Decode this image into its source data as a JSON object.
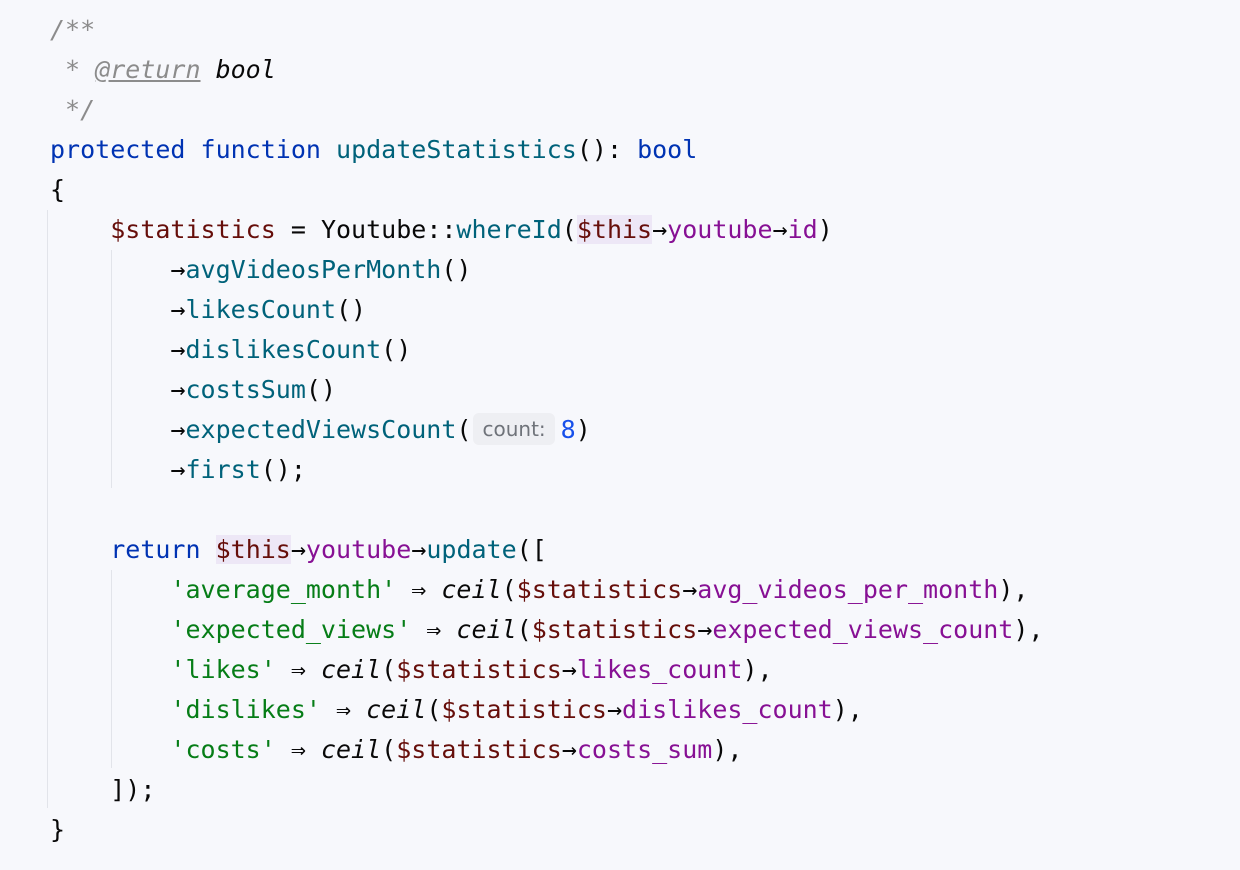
{
  "editor": {
    "language": "php",
    "colors": {
      "background": "#f7f8fc",
      "keyword": "#0033b3",
      "method": "#00627a",
      "variable": "#660e0a",
      "property": "#871094",
      "string": "#067d17",
      "number": "#1750eb",
      "comment": "#8c8c8c"
    },
    "lines": [
      [
        {
          "t": "/**",
          "c": "comment"
        }
      ],
      [
        {
          "t": " * ",
          "c": "comment"
        },
        {
          "t": "@return",
          "c": "doctag"
        },
        {
          "t": " ",
          "c": "comment"
        },
        {
          "t": "bool",
          "c": "doctype"
        }
      ],
      [
        {
          "t": " */",
          "c": "comment"
        }
      ],
      [
        {
          "t": "protected",
          "c": "kw"
        },
        {
          "t": " "
        },
        {
          "t": "function",
          "c": "kw"
        },
        {
          "t": " "
        },
        {
          "t": "updateStatistics",
          "c": "fn"
        },
        {
          "t": "(): ",
          "c": "punct"
        },
        {
          "t": "bool",
          "c": "kw"
        }
      ],
      [
        {
          "t": "{",
          "c": "punct"
        }
      ],
      [
        {
          "t": "    "
        },
        {
          "t": "$statistics",
          "c": "var"
        },
        {
          "t": " = ",
          "c": "punct"
        },
        {
          "t": "Youtube",
          "c": "punct"
        },
        {
          "t": "::",
          "c": "punct"
        },
        {
          "t": "whereId",
          "c": "method"
        },
        {
          "t": "(",
          "c": "punct"
        },
        {
          "t": "$this",
          "c": "this-hl"
        },
        {
          "t": "→",
          "c": "punct"
        },
        {
          "t": "youtube",
          "c": "prop"
        },
        {
          "t": "→",
          "c": "punct"
        },
        {
          "t": "id",
          "c": "prop"
        },
        {
          "t": ")",
          "c": "punct"
        }
      ],
      [
        {
          "t": "        "
        },
        {
          "t": "→",
          "c": "punct"
        },
        {
          "t": "avgVideosPerMonth",
          "c": "method"
        },
        {
          "t": "()",
          "c": "punct"
        }
      ],
      [
        {
          "t": "        "
        },
        {
          "t": "→",
          "c": "punct"
        },
        {
          "t": "likesCount",
          "c": "method"
        },
        {
          "t": "()",
          "c": "punct"
        }
      ],
      [
        {
          "t": "        "
        },
        {
          "t": "→",
          "c": "punct"
        },
        {
          "t": "dislikesCount",
          "c": "method"
        },
        {
          "t": "()",
          "c": "punct"
        }
      ],
      [
        {
          "t": "        "
        },
        {
          "t": "→",
          "c": "punct"
        },
        {
          "t": "costsSum",
          "c": "method"
        },
        {
          "t": "()",
          "c": "punct"
        }
      ],
      [
        {
          "t": "        "
        },
        {
          "t": "→",
          "c": "punct"
        },
        {
          "t": "expectedViewsCount",
          "c": "method"
        },
        {
          "t": "(",
          "c": "punct"
        },
        {
          "t": "count:",
          "c": "hint"
        },
        {
          "t": "8",
          "c": "num"
        },
        {
          "t": ")",
          "c": "punct"
        }
      ],
      [
        {
          "t": "        "
        },
        {
          "t": "→",
          "c": "punct"
        },
        {
          "t": "first",
          "c": "method"
        },
        {
          "t": "();",
          "c": "punct"
        }
      ],
      [],
      [
        {
          "t": "    "
        },
        {
          "t": "return",
          "c": "kw"
        },
        {
          "t": " "
        },
        {
          "t": "$this",
          "c": "this-hl"
        },
        {
          "t": "→",
          "c": "punct"
        },
        {
          "t": "youtube",
          "c": "prop"
        },
        {
          "t": "→",
          "c": "punct"
        },
        {
          "t": "update",
          "c": "method"
        },
        {
          "t": "([",
          "c": "punct"
        }
      ],
      [
        {
          "t": "        "
        },
        {
          "t": "'average_month'",
          "c": "str"
        },
        {
          "t": " ⇒ ",
          "c": "punct"
        },
        {
          "t": "ceil",
          "c": "builtin"
        },
        {
          "t": "(",
          "c": "punct"
        },
        {
          "t": "$statistics",
          "c": "var"
        },
        {
          "t": "→",
          "c": "punct"
        },
        {
          "t": "avg_videos_per_month",
          "c": "prop"
        },
        {
          "t": "),",
          "c": "punct"
        }
      ],
      [
        {
          "t": "        "
        },
        {
          "t": "'expected_views'",
          "c": "str"
        },
        {
          "t": " ⇒ ",
          "c": "punct"
        },
        {
          "t": "ceil",
          "c": "builtin"
        },
        {
          "t": "(",
          "c": "punct"
        },
        {
          "t": "$statistics",
          "c": "var"
        },
        {
          "t": "→",
          "c": "punct"
        },
        {
          "t": "expected_views_count",
          "c": "prop"
        },
        {
          "t": "),",
          "c": "punct"
        }
      ],
      [
        {
          "t": "        "
        },
        {
          "t": "'likes'",
          "c": "str"
        },
        {
          "t": " ⇒ ",
          "c": "punct"
        },
        {
          "t": "ceil",
          "c": "builtin"
        },
        {
          "t": "(",
          "c": "punct"
        },
        {
          "t": "$statistics",
          "c": "var"
        },
        {
          "t": "→",
          "c": "punct"
        },
        {
          "t": "likes_count",
          "c": "prop"
        },
        {
          "t": "),",
          "c": "punct"
        }
      ],
      [
        {
          "t": "        "
        },
        {
          "t": "'dislikes'",
          "c": "str"
        },
        {
          "t": " ⇒ ",
          "c": "punct"
        },
        {
          "t": "ceil",
          "c": "builtin"
        },
        {
          "t": "(",
          "c": "punct"
        },
        {
          "t": "$statistics",
          "c": "var"
        },
        {
          "t": "→",
          "c": "punct"
        },
        {
          "t": "dislikes_count",
          "c": "prop"
        },
        {
          "t": "),",
          "c": "punct"
        }
      ],
      [
        {
          "t": "        "
        },
        {
          "t": "'costs'",
          "c": "str"
        },
        {
          "t": " ⇒ ",
          "c": "punct"
        },
        {
          "t": "ceil",
          "c": "builtin"
        },
        {
          "t": "(",
          "c": "punct"
        },
        {
          "t": "$statistics",
          "c": "var"
        },
        {
          "t": "→",
          "c": "punct"
        },
        {
          "t": "costs_sum",
          "c": "prop"
        },
        {
          "t": "),",
          "c": "punct"
        }
      ],
      [
        {
          "t": "    "
        },
        {
          "t": "]);",
          "c": "punct"
        }
      ],
      [
        {
          "t": "}",
          "c": "punct"
        }
      ]
    ]
  }
}
